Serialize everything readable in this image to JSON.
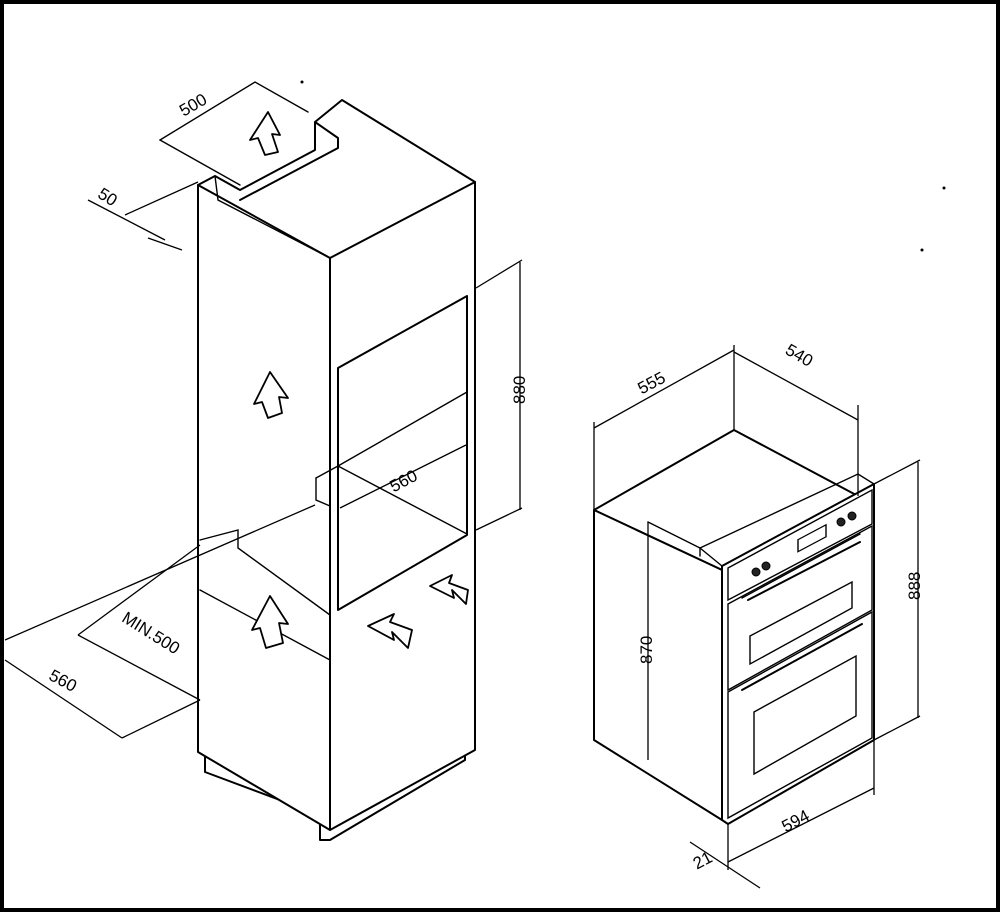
{
  "labels": {
    "top_vent_width": "500",
    "top_gap": "50",
    "niche_height": "880",
    "niche_width": "560",
    "bottom_vent_min": "MIN.500",
    "cabinet_depth": "560",
    "oven_depth": "555",
    "oven_side_depth": "540",
    "oven_total_height": "888",
    "oven_body_height": "870",
    "oven_width": "594",
    "oven_front_thickness": "21"
  },
  "colors": {
    "line": "#000000",
    "background": "#ffffff"
  }
}
